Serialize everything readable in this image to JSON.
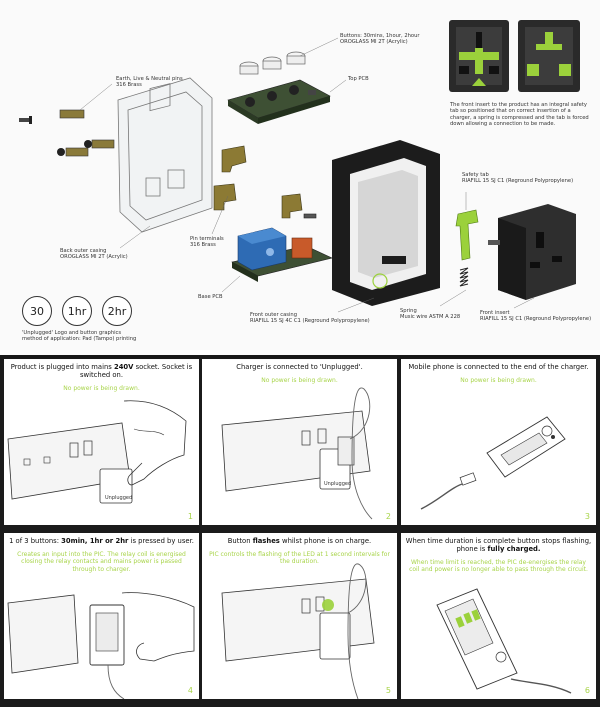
{
  "labels": {
    "buttons": "Buttons: 30mins, 1hour, 2hour\nOROGLASS MI 2T (Acrylic)",
    "pins": "Earth, Live & Neutral pins\n316 Brass",
    "top_pcb": "Top PCB",
    "safety_note": "The front insert to the product has an integral safety tab so positioned that on correct insertion of a charger, a spring is compressed and the tab is forced down allowing a connection to be made.",
    "safety_tab": "Safety tab\nRIAFILL 15 SJ C1 (Reground Polypropylene)",
    "back_casing": "Back outer casing\nOROGLASS MI 2T (Acrylic)",
    "pin_terminals": "Pin terminals\n316 Brass",
    "base_pcb": "Base PCB",
    "front_casing": "Front outer casing\nRIAFILL 15 SJ 4C C1 (Reground Polypropylene)",
    "spring": "Spring\nMusic wire ASTM A 228",
    "front_insert": "Front insert\nRIAFILL 15 SJ C1 (Reground Polypropylene)",
    "logo_note": "'Unplugged' Logo and button graphics\nmethod of application: Pad (Tampo) printing",
    "brand": "Unplugged"
  },
  "buttons_row": [
    "30",
    "1hr",
    "2hr"
  ],
  "panels": [
    {
      "pre": "Product is plugged into mains ",
      "bold": "240V",
      "post": " socket. Socket is switched on.",
      "note": "No power is being drawn.",
      "num": "1"
    },
    {
      "pre": "Charger is connected to 'Unplugged'.",
      "bold": "",
      "post": "",
      "note": "No power is being drawn.",
      "num": "2"
    },
    {
      "pre": "Mobile phone is connected to the end of the charger.",
      "bold": "",
      "post": "",
      "note": "No power is being drawn.",
      "num": "3"
    },
    {
      "pre": "1 of 3 buttons: ",
      "bold": "30min, 1hr or 2hr",
      "post": " is pressed by user.",
      "note": "Creates an input into the PIC. The relay coil is energised closing the relay contacts and mains power is passed through to charger.",
      "num": "4"
    },
    {
      "pre": "Button ",
      "bold": "flashes",
      "post": " whilst phone is on charge.",
      "note": "PIC controls the flashing of the LED at 1 second intervals for the duration.",
      "num": "5"
    },
    {
      "pre": "When time duration is complete button stops flashing, phone is ",
      "bold": "fully charged.",
      "post": "",
      "note": "When time limit is reached, the PIC de-energises the relay coil and power is no longer able to pass through the circuit.",
      "num": "6"
    }
  ],
  "colors": {
    "accent": "#a8d44a",
    "panel_bg": "#ffffff",
    "frame": "#1b1b1b"
  }
}
